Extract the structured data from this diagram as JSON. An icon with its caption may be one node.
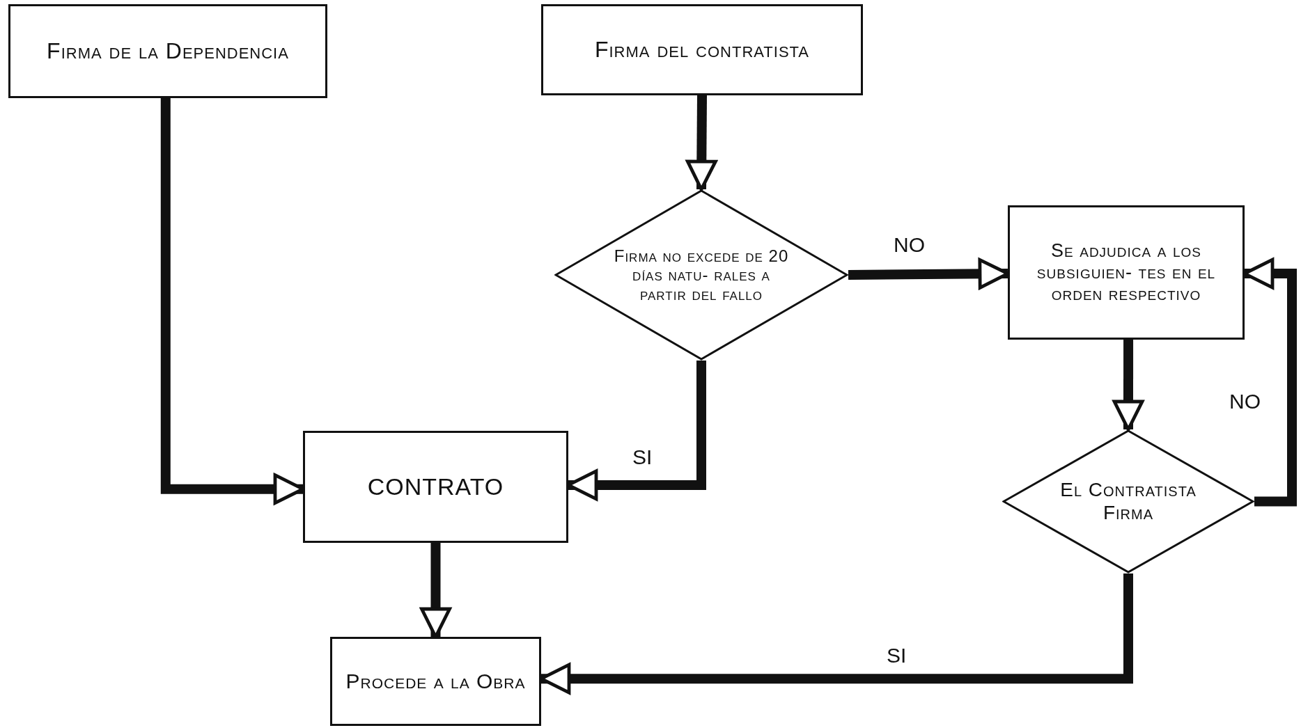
{
  "diagram": {
    "nodes": [
      {
        "text": [
          "Firma de la Dependencia"
        ]
      },
      {
        "text": [
          "Firma del contratista"
        ]
      },
      {
        "text": [
          "Firma no excede de 20 días natu- rales a partir del fallo"
        ]
      },
      {
        "text": [
          "Se adjudica a los subsiguien- tes en el orden respectivo"
        ]
      },
      {
        "text": [
          "El Contratista Firma"
        ]
      },
      {
        "text": [
          "CONTRATO"
        ]
      },
      {
        "text": [
          "Procede a la Obra"
        ]
      }
    ],
    "edges": [
      {
        "from": 0,
        "to": 5,
        "arrow": "to"
      },
      {
        "from": 1,
        "to": 2,
        "arrow": "to"
      },
      {
        "from": 2,
        "to": 3,
        "arrow": "to",
        "label": "NO"
      },
      {
        "from": 2,
        "to": 5,
        "arrow": "to",
        "label": "SI"
      },
      {
        "from": 3,
        "to": 4,
        "arrow": "to"
      },
      {
        "from": 4,
        "to": 3,
        "arrow": "to",
        "label": "NO"
      },
      {
        "from": 5,
        "to": 6,
        "arrow": "to"
      },
      {
        "from": 4,
        "to": 6,
        "arrow": "to",
        "label": "SI"
      }
    ]
  }
}
